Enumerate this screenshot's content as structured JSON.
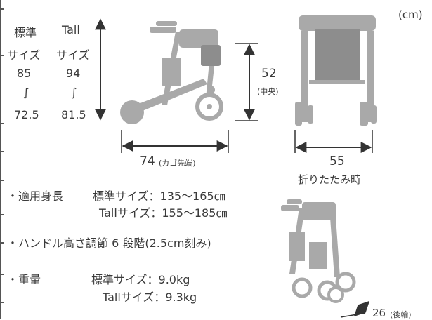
{
  "unit_note": "(cm)",
  "height_table": {
    "col1_header_line1": "標準",
    "col1_header_line2": "サイズ",
    "col2_header_line1": "Tall",
    "col2_header_line2": "サイズ",
    "col1_max": "85",
    "col2_max": "94",
    "range_symbol": "∫",
    "col1_min": "72.5",
    "col2_min": "81.5"
  },
  "dimensions": {
    "center_height_value": "52",
    "center_height_note": "(中央)",
    "depth_value": "74",
    "depth_note": "(カゴ先端)",
    "width_value": "55",
    "folded_label": "折りたたみ時",
    "folded_width_value": "26",
    "folded_width_note": "(後輪)"
  },
  "specs": {
    "height_label": "・適用身長",
    "height_std": "標準サイズ：135〜165㎝",
    "height_tall": "Tallサイズ：155〜185㎝",
    "handle": "・ハンドル高さ調節 6 段階(2.5cm刻み)",
    "weight_label": "・重量",
    "weight_std": "標準サイズ：9.0kg",
    "weight_tall": "Tallサイズ：9.3kg"
  }
}
